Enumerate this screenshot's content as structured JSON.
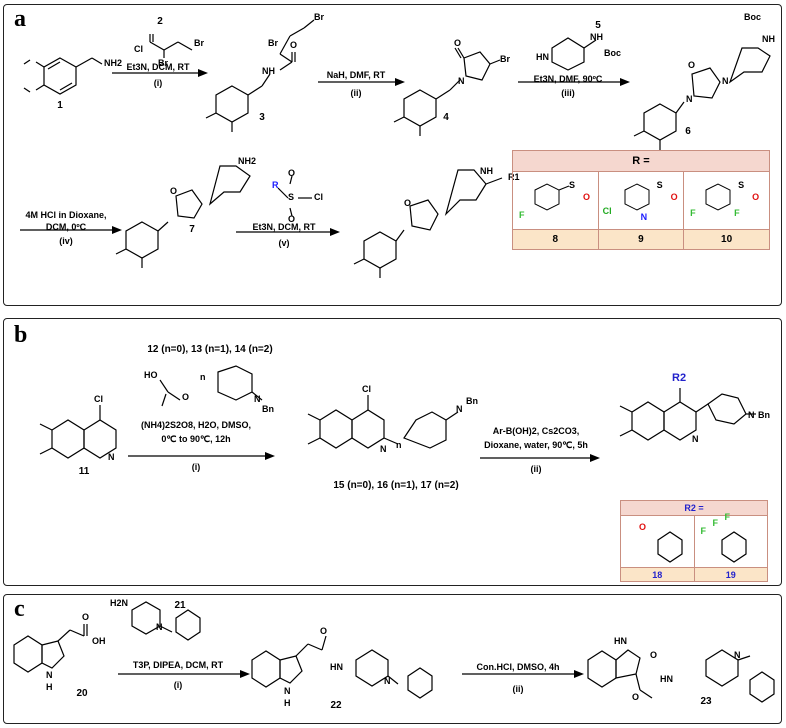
{
  "panels": {
    "a": {
      "label": "a",
      "compounds": {
        "c1": "1",
        "c2": "2",
        "c3": "3",
        "c4": "4",
        "c5": "5",
        "c6": "6",
        "c7": "7",
        "c8": "8",
        "c9": "9",
        "c10": "10"
      },
      "steps": {
        "i": {
          "cond": "Et3N, DCM, RT",
          "tag": "(i)"
        },
        "ii": {
          "cond": "NaH, DMF, RT",
          "tag": "(ii)"
        },
        "iii": {
          "cond": "Et3N, DMF, 90ºC",
          "tag": "(iii)"
        },
        "iv": {
          "cond1": "4M HCl in Dioxane,",
          "cond2": "DCM, 0ºC",
          "tag": "(iv)"
        },
        "v": {
          "cond": "Et3N, DCM, RT",
          "tag": "(v)"
        }
      },
      "r_table_title": "R =",
      "atoms": {
        "Br": "Br",
        "Cl": "Cl",
        "R": "R",
        "S": "S",
        "O": "O",
        "F": "F",
        "N": "N",
        "NH": "NH",
        "HN": "HN",
        "NH2": "NH2",
        "Boc": "Boc",
        "R1": "R1"
      }
    },
    "b": {
      "label": "b",
      "reagent_label": "12 (n=0), 13 (n=1), 14 (n=2)",
      "steps": {
        "i": {
          "cond1": "(NH4)2S2O8, H2O, DMSO,",
          "cond2": "0℃ to 90℃, 12h",
          "tag": "(i)"
        },
        "ii": {
          "cond1": "Ar-B(OH)2, Cs2CO3,",
          "cond2": "Dioxane, water, 90℃, 5h",
          "tag": "(ii)"
        }
      },
      "c11": "11",
      "intermediates": "15 (n=0), 16 (n=1), 17 (n=2)",
      "r2_table_title": "R2 =",
      "c18": "18",
      "c19": "19",
      "atoms": {
        "HO": "HO",
        "O": "O",
        "n": "n",
        "N": "N",
        "Bn": "Bn",
        "Cl": "Cl",
        "R2": "R2",
        "F": "F"
      }
    },
    "c": {
      "label": "c",
      "steps": {
        "i": {
          "cond": "T3P, DIPEA, DCM, RT",
          "tag": "(i)"
        },
        "ii": {
          "cond": "Con.HCl, DMSO, 4h",
          "tag": "(ii)"
        }
      },
      "c20": "20",
      "c21": "21",
      "c22": "22",
      "c23": "23",
      "atoms": {
        "H2N": "H2N",
        "N": "N",
        "H": "H",
        "OH": "OH",
        "O": "O",
        "HN": "HN"
      }
    }
  },
  "colors": {
    "r_table_header": "#f5d7cf",
    "r_table_footer": "#fbe5c8",
    "r2_table_header": "#f5d7cf",
    "r2_table_footer": "#fbe5c8",
    "r_group": "#1a1aff",
    "oxygen": "#e01010",
    "fluorine": "#33bb33",
    "chlorine": "#22aa22",
    "nitrogen": "#1a1aff",
    "r2_label": "#2222cc"
  }
}
